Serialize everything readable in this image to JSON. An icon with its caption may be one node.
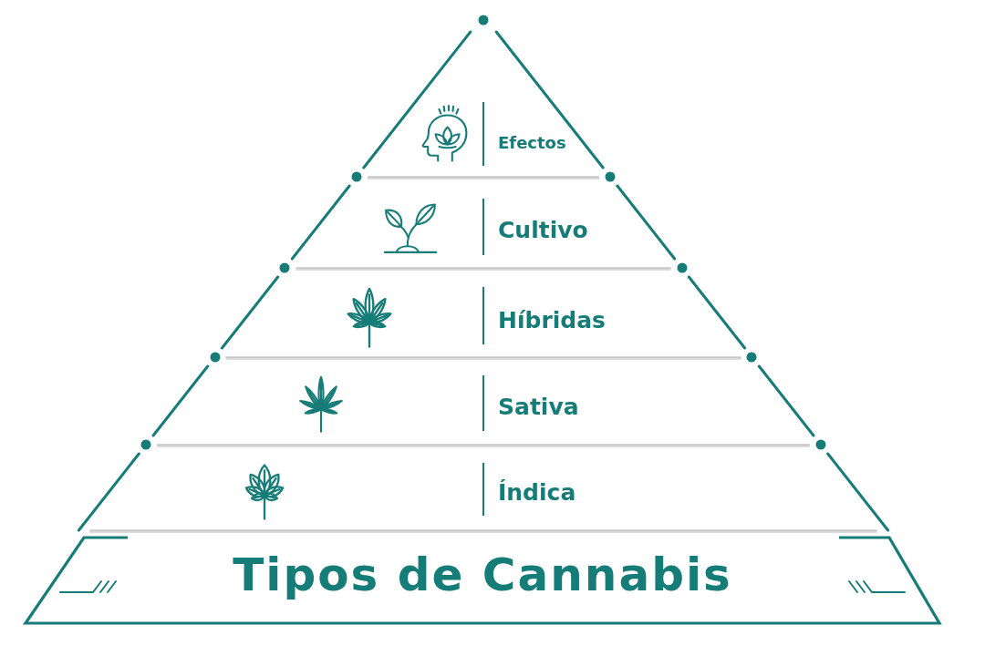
{
  "diagram": {
    "nodes": [
      {
        "text": [
          "Efectos"
        ]
      },
      {
        "text": [
          "Cultivo"
        ]
      },
      {
        "text": [
          "Híbridas"
        ]
      },
      {
        "text": [
          "Sativa"
        ]
      },
      {
        "text": [
          "Índica"
        ]
      },
      {
        "text": [
          "Tipos de Cannabis"
        ]
      }
    ]
  }
}
